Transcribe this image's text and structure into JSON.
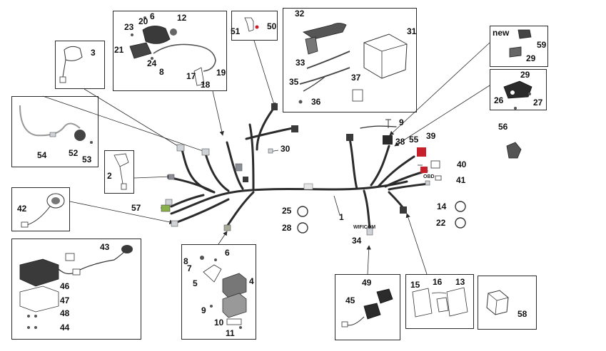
{
  "labels": {
    "new_tag": "new",
    "obd_tag": "OBD",
    "wificom_tag": "WIFICOM"
  },
  "callouts": [
    "1",
    "2",
    "3",
    "4",
    "5",
    "6",
    "6",
    "7",
    "8",
    "8",
    "9",
    "9",
    "10",
    "11",
    "12",
    "13",
    "14",
    "15",
    "16",
    "17",
    "18",
    "19",
    "20",
    "21",
    "22",
    "23",
    "24",
    "25",
    "26",
    "27",
    "28",
    "29",
    "29",
    "30",
    "31",
    "32",
    "33",
    "34",
    "35",
    "36",
    "37",
    "38",
    "39",
    "40",
    "41",
    "42",
    "43",
    "44",
    "45",
    "46",
    "47",
    "48",
    "49",
    "50",
    "51",
    "52",
    "53",
    "54",
    "55",
    "56",
    "57",
    "58",
    "59"
  ],
  "colors": {
    "harness": "#2b2b2b",
    "connector_red": "#c8202a",
    "connector_grey": "#8a8f96",
    "part_dark": "#3a3a3a",
    "outline": "#2a2a2a"
  }
}
